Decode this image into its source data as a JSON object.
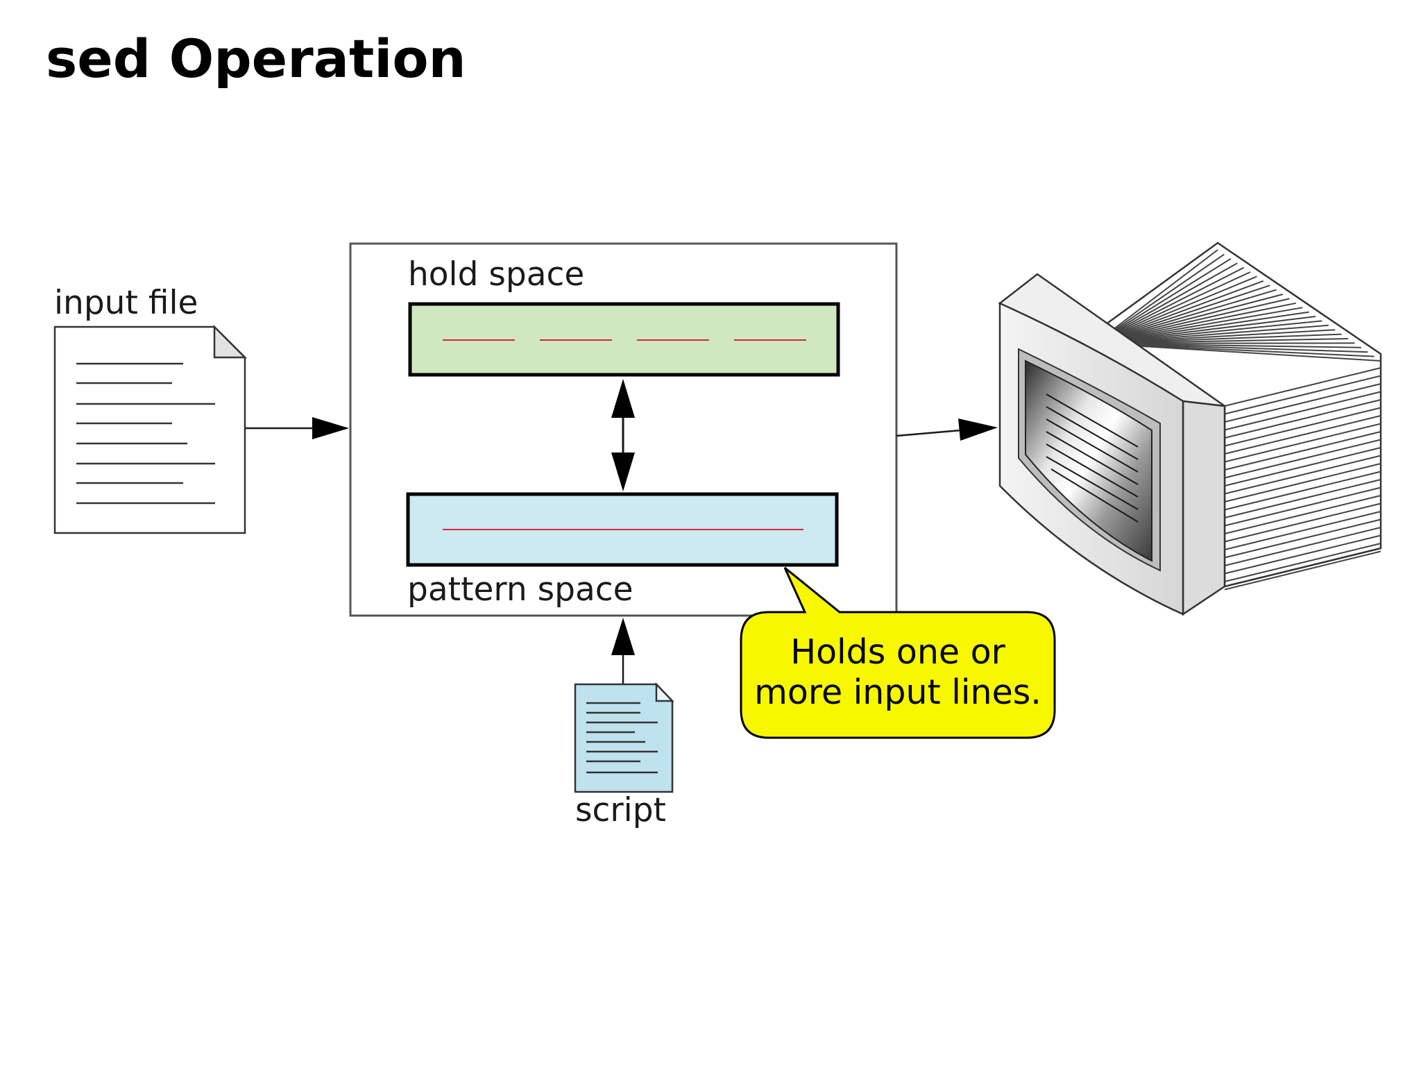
{
  "slide": {
    "title": "sed Operation"
  },
  "diagram": {
    "input_file_label": "input file",
    "hold_space_label": "hold space",
    "pattern_space_label": "pattern space",
    "script_label": "script",
    "callout_line1": "Holds one or",
    "callout_line2": "more input lines."
  },
  "colors": {
    "hold_space_fill": "#cfe8bf",
    "pattern_space_fill": "#cde9f1",
    "script_file_fill": "#bfe3ee",
    "callout_fill": "#f7f700",
    "buffer_line": "#d8263a"
  }
}
